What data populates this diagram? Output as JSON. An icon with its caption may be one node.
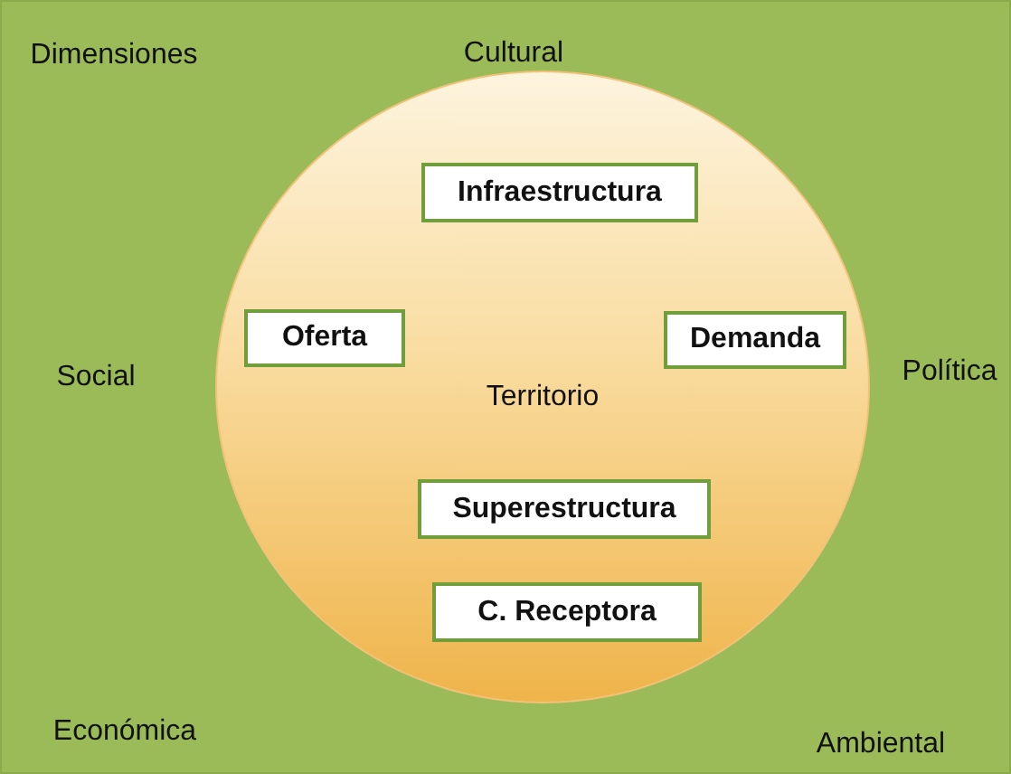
{
  "diagram": {
    "nodes": [
      {
        "text": [
          "Dimensiones"
        ]
      },
      {
        "text": [
          "Territorio"
        ],
        "in": 0
      },
      {
        "text": [
          "Infraestructura"
        ],
        "in": 1
      },
      {
        "text": [
          "Oferta"
        ],
        "in": 1
      },
      {
        "text": [
          "Demanda"
        ],
        "in": 1
      },
      {
        "text": [
          "Superestructura"
        ],
        "in": 1
      },
      {
        "text": [
          "C. Receptora"
        ],
        "in": 1
      }
    ],
    "labels": [
      "Cultural",
      "Social",
      "Política",
      "Económica",
      "Ambiental"
    ]
  }
}
